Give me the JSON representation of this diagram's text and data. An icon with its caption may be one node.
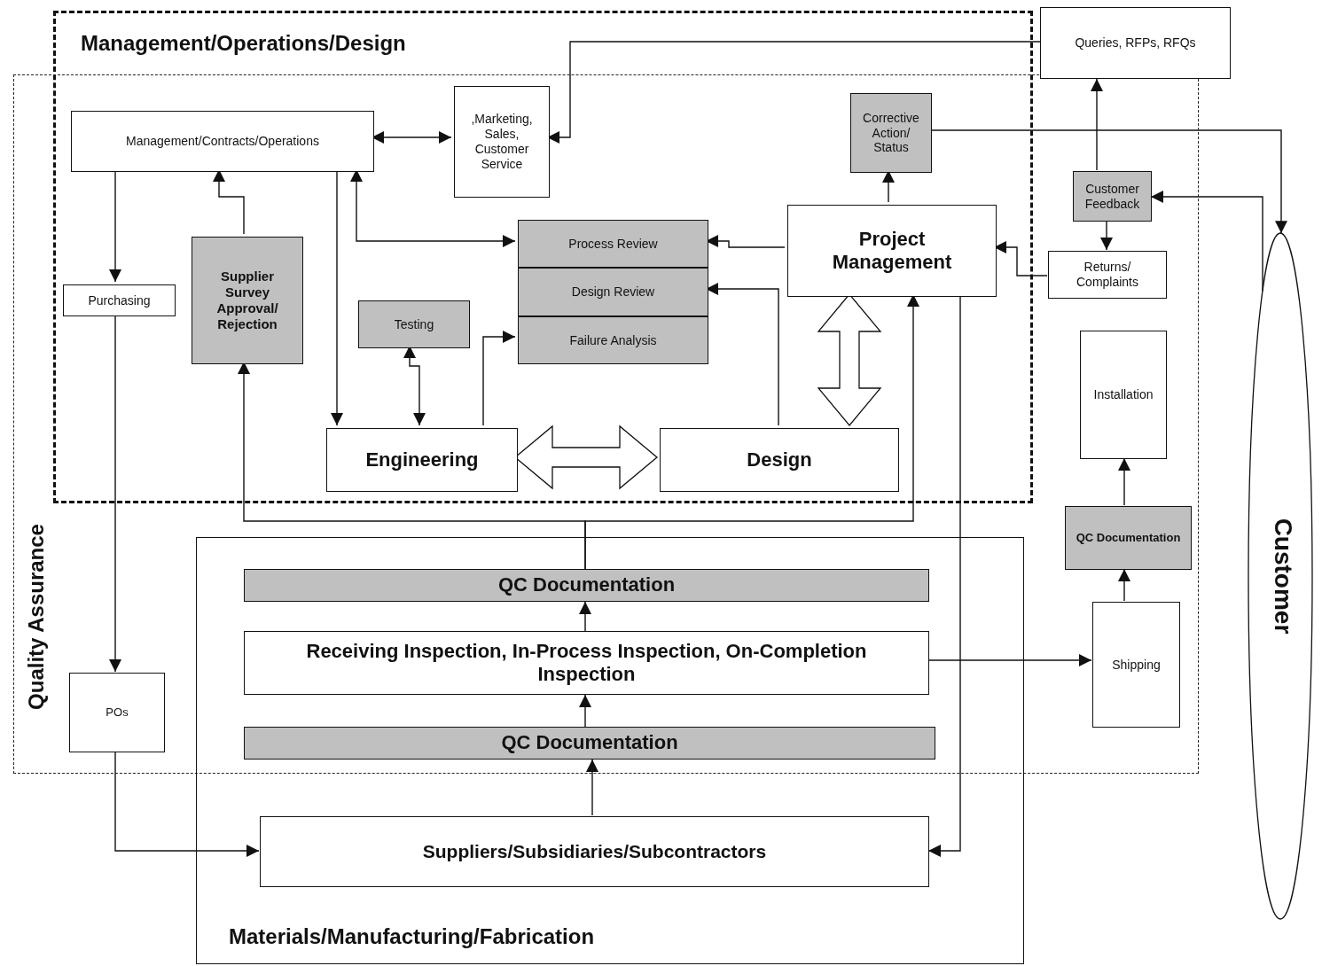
{
  "diagram": {
    "nodes": [
      {
        "text": [
          "Management/Operations/Design"
        ]
      },
      {
        "text": [
          "Quality Assurance"
        ]
      },
      {
        "text": [
          "Materials/Manufacturing/Fabrication"
        ]
      },
      {
        "text": [
          "Management/Contracts/Operations"
        ],
        "in": 0
      },
      {
        "text": [
          ",Marketing, Sales, Customer Service"
        ],
        "in": 0
      },
      {
        "text": [
          "Queries, RFPs, RFQs"
        ]
      },
      {
        "text": [
          "Corrective Action/ Status"
        ],
        "in": 0
      },
      {
        "text": [
          "Customer Feedback"
        ],
        "in": 1
      },
      {
        "text": [
          "Purchasing"
        ],
        "in": 0
      },
      {
        "text": [
          "Supplier Survey Approval/ Rejection"
        ],
        "in": 0
      },
      {
        "text": [
          "Process Review"
        ],
        "in": 0
      },
      {
        "text": [
          "Design Review"
        ],
        "in": 0
      },
      {
        "text": [
          "Failure Analysis"
        ],
        "in": 0
      },
      {
        "text": [
          "Project Management"
        ],
        "in": 0
      },
      {
        "text": [
          "Returns/ Complaints"
        ],
        "in": 1
      },
      {
        "text": [
          "Testing"
        ],
        "in": 0
      },
      {
        "text": [
          "Installation"
        ],
        "in": 1
      },
      {
        "text": [
          "Engineering"
        ],
        "in": 0
      },
      {
        "text": [
          "Design"
        ],
        "in": 0
      },
      {
        "text": [
          "QC Documentation"
        ]
      },
      {
        "text": [
          "Receiving Inspection, In-Process Inspection, On-Completion Inspection"
        ]
      },
      {
        "text": [
          "QC Documentation"
        ]
      },
      {
        "text": [
          "QC Documentation"
        ],
        "in": 1
      },
      {
        "text": [
          "Shipping"
        ],
        "in": 1
      },
      {
        "text": [
          "POs"
        ],
        "in": 1
      },
      {
        "text": [
          "Suppliers/Subsidiaries/Subcontractors"
        ],
        "in": 2
      },
      {
        "text": [
          "Customer"
        ]
      }
    ],
    "edges": [
      {
        "from": 3,
        "to": 4,
        "arrow": "both"
      },
      {
        "from": 5,
        "to": 4,
        "arrow": "to"
      },
      {
        "from": 3,
        "to": 8,
        "arrow": "to"
      },
      {
        "from": 9,
        "to": 3,
        "arrow": "to"
      },
      {
        "from": 3,
        "to": 17,
        "arrow": "to"
      },
      {
        "from": 3,
        "to": 10,
        "arrow": "both"
      },
      {
        "from": 15,
        "to": 17,
        "arrow": "both"
      },
      {
        "from": 17,
        "to": 12,
        "arrow": "to"
      },
      {
        "from": 17,
        "to": 18,
        "arrow": "both",
        "style": "thick"
      },
      {
        "from": 13,
        "to": 18,
        "arrow": "both",
        "style": "thick"
      },
      {
        "from": 13,
        "to": 10,
        "arrow": "to"
      },
      {
        "from": 18,
        "to": 11,
        "arrow": "to"
      },
      {
        "from": 13,
        "to": 6,
        "arrow": "to"
      },
      {
        "from": 6,
        "to": 26,
        "arrow": "to"
      },
      {
        "from": 7,
        "to": 5,
        "arrow": "to"
      },
      {
        "from": 7,
        "to": 14,
        "arrow": "to"
      },
      {
        "from": 14,
        "to": 13,
        "arrow": "to"
      },
      {
        "from": 26,
        "to": 7,
        "arrow": "to"
      },
      {
        "from": 19,
        "to": 9,
        "arrow": "to"
      },
      {
        "from": 19,
        "to": 13,
        "arrow": "to"
      },
      {
        "from": 20,
        "to": 19,
        "arrow": "to"
      },
      {
        "from": 21,
        "to": 20,
        "arrow": "to"
      },
      {
        "from": 25,
        "to": 21,
        "arrow": "to"
      },
      {
        "from": 20,
        "to": 23,
        "arrow": "to"
      },
      {
        "from": 13,
        "to": 25,
        "arrow": "to"
      },
      {
        "from": 8,
        "to": 24,
        "arrow": "to"
      },
      {
        "from": 24,
        "to": 25,
        "arrow": "to"
      },
      {
        "from": 23,
        "to": 22,
        "arrow": "to"
      },
      {
        "from": 22,
        "to": 16,
        "arrow": "to"
      }
    ]
  }
}
